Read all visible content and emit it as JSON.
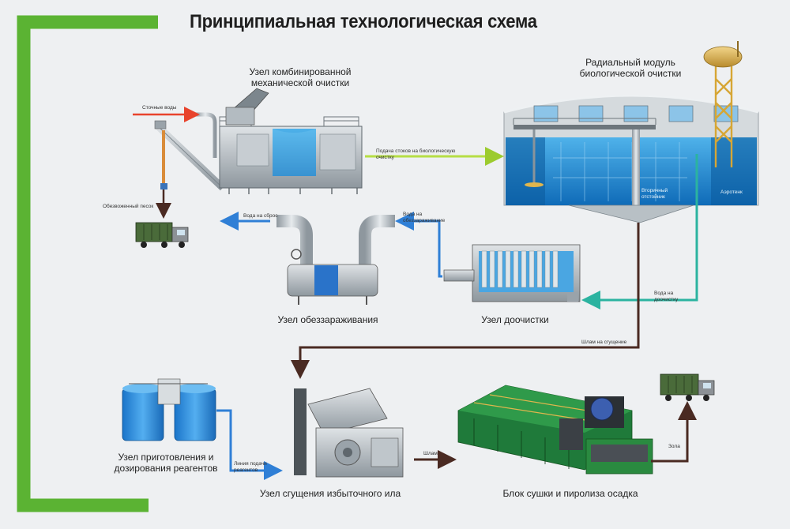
{
  "title": "Принципиальная технологическая схема",
  "nodes": {
    "mech": "Узел комбинированной механической очистки",
    "bio": "Радиальный модуль биологической очистки",
    "disinfect": "Узел обеззараживания",
    "posttreat": "Узел доочистки",
    "reagents": "Узел приготовления и дозирования реагентов",
    "thickening": "Узел сгущения избыточного ила",
    "drying": "Блок сушки и пиролиза осадка"
  },
  "flows": {
    "wastewater": "Сточные воды",
    "to_bio": "Подача стоков на биологическую очистку",
    "sand": "Обезвоженный песок",
    "discharge": "Вода на сброс",
    "to_disinfect": "Вода на обеззараживание",
    "to_posttreat": "Вода на доочистку",
    "sludge_to_thick": "Шлам на сгущение",
    "reagent_feed": "Линия подачи реагентов",
    "sludge": "Шлам",
    "ash": "Зола"
  },
  "bio_labels": {
    "secondary": "Вторичный отстойник",
    "aerotank": "Аэротенк"
  },
  "colors": {
    "frame": "#5bb333",
    "sewage": "#e8432c",
    "pipe_green": "#b6de45",
    "pipe_blue": "#2f7fd6",
    "pipe_teal": "#2bb3a0",
    "sludge": "#4a2a22",
    "water": "#1f8fd8"
  }
}
